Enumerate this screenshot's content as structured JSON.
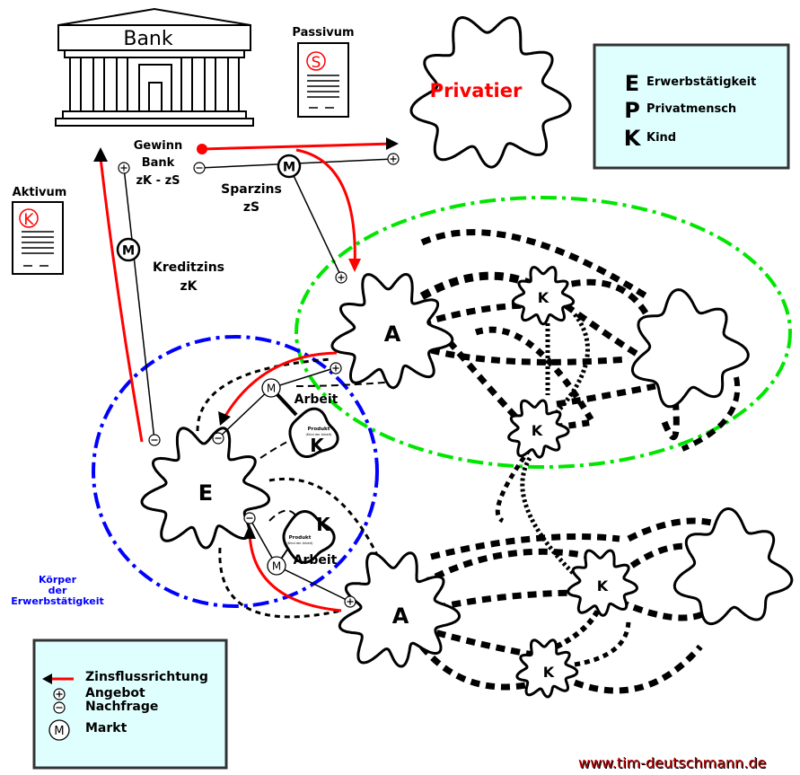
{
  "bank": {
    "label": "Bank"
  },
  "passivum": {
    "label": "Passivum",
    "symbol": "S"
  },
  "aktivum": {
    "label": "Aktivum",
    "symbol": "K"
  },
  "privatier": {
    "label": "Privatier"
  },
  "flows": {
    "gewinn": [
      "Gewinn",
      "Bank",
      "zK - zS"
    ],
    "sparzins": [
      "Sparzins",
      "zS"
    ],
    "kreditzins": [
      "Kreditzins",
      "zK"
    ],
    "arbeit": "Arbeit",
    "markt_symbol": "M",
    "plus": "+",
    "minus": "-"
  },
  "nodes": {
    "A": "A",
    "E": "E",
    "K": "K",
    "produkt": "Produkt",
    "produkt_sub": "(Kind der Arbeit)"
  },
  "koerper": [
    "Körper",
    "der",
    "Erwerbstätigkeit"
  ],
  "legend_epk": [
    {
      "letter": "E",
      "label": "Erwerbstätigkeit"
    },
    {
      "letter": "P",
      "label": "Privatmensch"
    },
    {
      "letter": "K",
      "label": "Kind"
    }
  ],
  "legend": {
    "zinsfluss": "Zinsflussrichtung",
    "angebot": "Angebot",
    "nachfrage": "Nachfrage",
    "markt": "Markt"
  },
  "footer": "www.tim-deutschmann.de",
  "colors": {
    "red": "#ff0000",
    "green": "#00e600",
    "blue": "#0000ff",
    "legend_bg": "#dfffff"
  }
}
